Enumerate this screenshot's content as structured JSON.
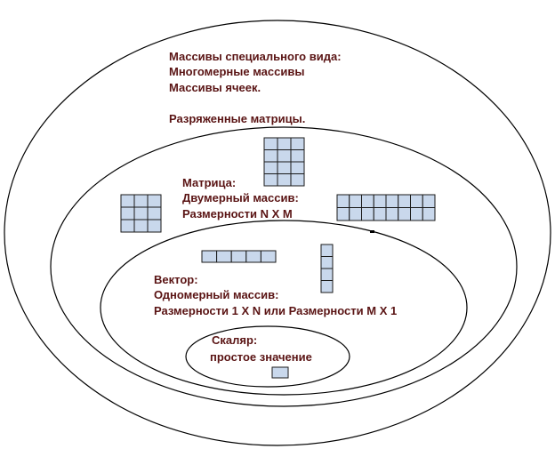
{
  "outer": {
    "lines": [
      "Массивы специального вида:",
      "Многомерные массивы",
      "Массивы ячеек.",
      "Разряженные матрицы."
    ]
  },
  "matrix": {
    "lines": [
      "Матрица:",
      "Двумерный массив:",
      "Размерности  N X M"
    ]
  },
  "vector": {
    "lines": [
      "Вектор:",
      "Одномерный массив:",
      "Размерности 1 X N  или Размерности M X 1"
    ]
  },
  "scalar": {
    "lines": [
      "Скаляр:",
      "простое значение"
    ]
  },
  "colors": {
    "text": "#5a1414",
    "cell_fill": "#c9d8ec",
    "outline": "#000000"
  }
}
